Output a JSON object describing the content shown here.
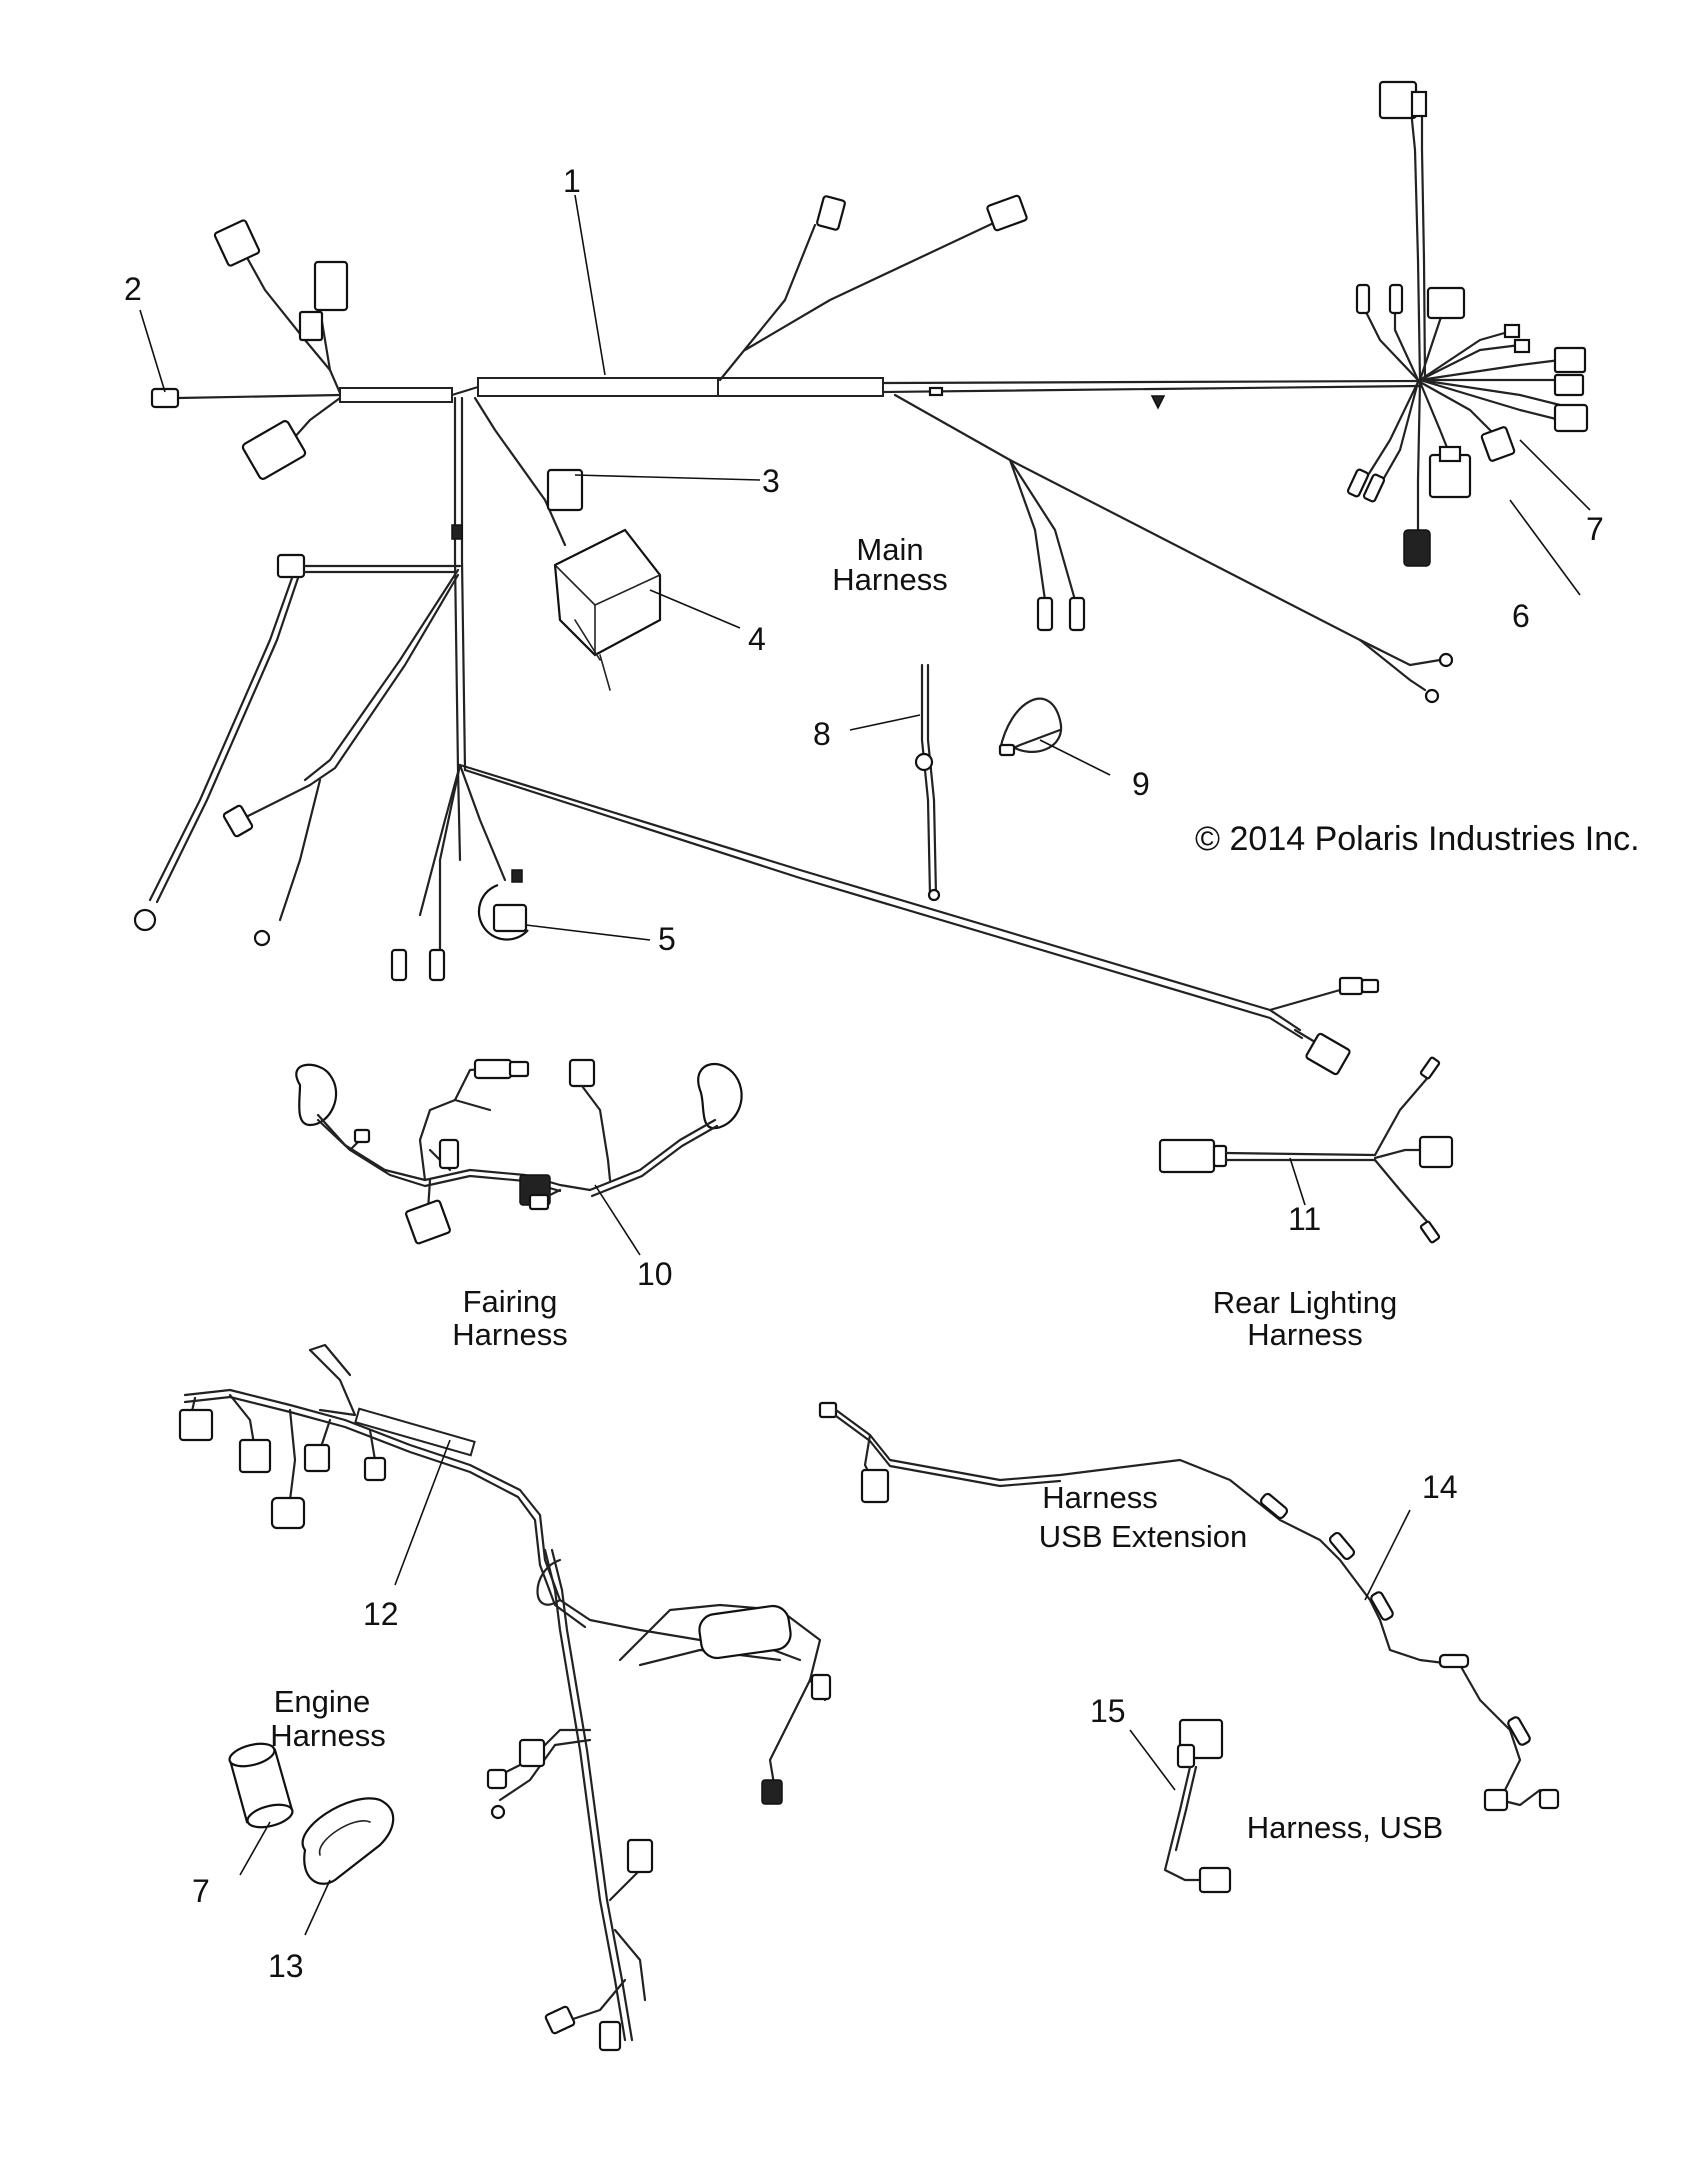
{
  "callouts": {
    "c1": "1",
    "c2": "2",
    "c3": "3",
    "c4": "4",
    "c5": "5",
    "c6": "6",
    "c7a": "7",
    "c7b": "7",
    "c8": "8",
    "c9": "9",
    "c10": "10",
    "c11": "11",
    "c12": "12",
    "c13": "13",
    "c14": "14",
    "c15": "15"
  },
  "labels": {
    "main_harness": [
      "Main",
      "Harness"
    ],
    "fairing_harness": [
      "Fairing",
      "Harness"
    ],
    "rear_lighting_harness": [
      "Rear Lighting",
      "Harness"
    ],
    "usb_extension_harness": [
      "Harness",
      "USB Extension"
    ],
    "engine_harness": [
      "Engine",
      "Harness"
    ],
    "usb_harness": "Harness, USB"
  },
  "copyright": "© 2014 Polaris Industries Inc."
}
